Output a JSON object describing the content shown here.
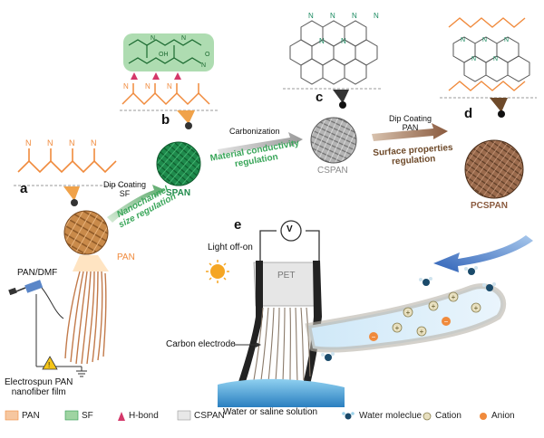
{
  "panel_letters": {
    "a": "a",
    "b": "b",
    "c": "c",
    "d": "d",
    "e": "e"
  },
  "fiber_labels": {
    "pan": "PAN",
    "span": "SPAN",
    "cspan": "CSPAN",
    "pcspan": "PCSPAN"
  },
  "steps": {
    "dip_coating_sf": [
      "Dip Coating",
      "SF"
    ],
    "carbonization": "Carbonization",
    "dip_coating_pan": [
      "Dip Coating",
      "PAN"
    ]
  },
  "regulations": {
    "nanochannel": [
      "Nanochannel",
      "size regulation"
    ],
    "conductivity": [
      "Material conductivity",
      "regulation"
    ],
    "surface": [
      "Surface properties",
      "regulation"
    ]
  },
  "chem": {
    "n": "N",
    "oh": "OH",
    "o": "O"
  },
  "setup": {
    "pan_dmf": "PAN/DMF",
    "film_caption": [
      "Electrospun PAN",
      "nanofiber film"
    ]
  },
  "device": {
    "light": "Light off-on",
    "voltmeter": "V",
    "pet": "PET",
    "carbon_electrode": "Carbon electrode",
    "solution": "Water or saline solution"
  },
  "ion_symbols": {
    "cation": "+",
    "anion": "−"
  },
  "legend_left": [
    "PAN",
    "SF",
    "H-bond",
    "CSPAN"
  ],
  "legend_right": [
    "Water moleclue",
    "Cation",
    "Anion"
  ],
  "colors": {
    "pan_orange": "#f08a3c",
    "sf_green": "#2e9a4e",
    "span_green": "#1f8a4a",
    "cspan_gray": "#9a9a9a",
    "pcspan_brown": "#8a5a3e",
    "arrow_blue": "#3a6fc0",
    "water_blue": "#4fa3d8",
    "reg_green": "#3aa65a",
    "reg_brown": "#6e4a2a"
  }
}
